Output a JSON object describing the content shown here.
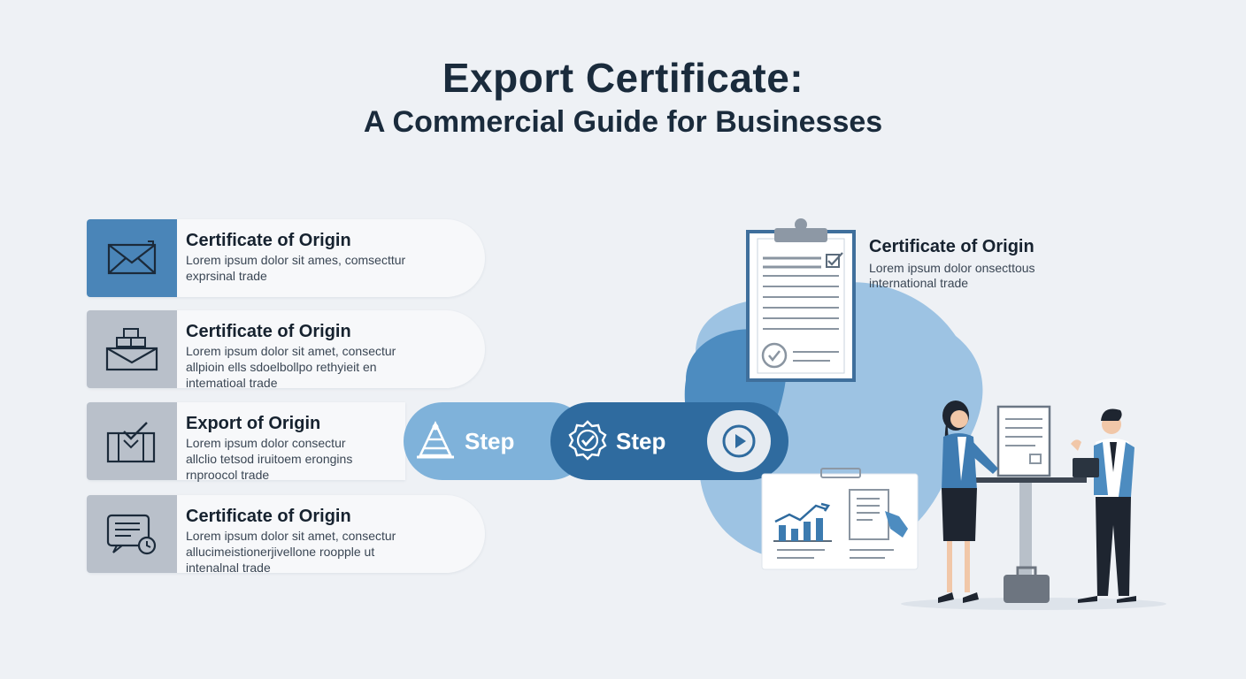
{
  "title": {
    "line1": "Export Certificate:",
    "line2": "A Commercial Guide for Businesses"
  },
  "cards": [
    {
      "title": "Certificate of Origin",
      "line1": "Lorem ipsum dolor sit ames, comsecttur",
      "line2": "exprsinal trade",
      "line3": "",
      "icon": "envelope-icon",
      "active": true
    },
    {
      "title": "Certificate of Origin",
      "line1": "Lorem ipsum dolor sit amet, consectur",
      "line2": "allpioin ells sdoelbollpo rethyieit en",
      "line3": "intematioal trade",
      "icon": "boxes-envelope-icon",
      "active": false
    },
    {
      "title": "Export of Origin",
      "line1": "Lorem ipsum dolor consectur",
      "line2": "allclio tetsod iruitoem erongins",
      "line3": "rnproocol trade",
      "icon": "package-check-icon",
      "active": false
    },
    {
      "title": "Certificate of Origin",
      "line1": "Lorem ipsum dolor sit amet, consectur",
      "line2": "allucimeistionerjivellone roopple ut",
      "line3": "intenalnal trade",
      "icon": "document-clock-icon",
      "active": false
    }
  ],
  "steps": [
    {
      "label": "Step",
      "icon": "pyramid-icon"
    },
    {
      "label": "Step",
      "icon": "badge-check-icon"
    }
  ],
  "play": {
    "icon": "play-icon"
  },
  "clipboard_info": {
    "title": "Certificate of Origin",
    "line1": "Lorem ipsum dolor onsecttous",
    "line2": "international trade"
  },
  "colors": {
    "accent": "#4a85b8",
    "dark_blue": "#2f6b9f",
    "light_blue": "#7fb2da",
    "background": "#eef1f5"
  }
}
